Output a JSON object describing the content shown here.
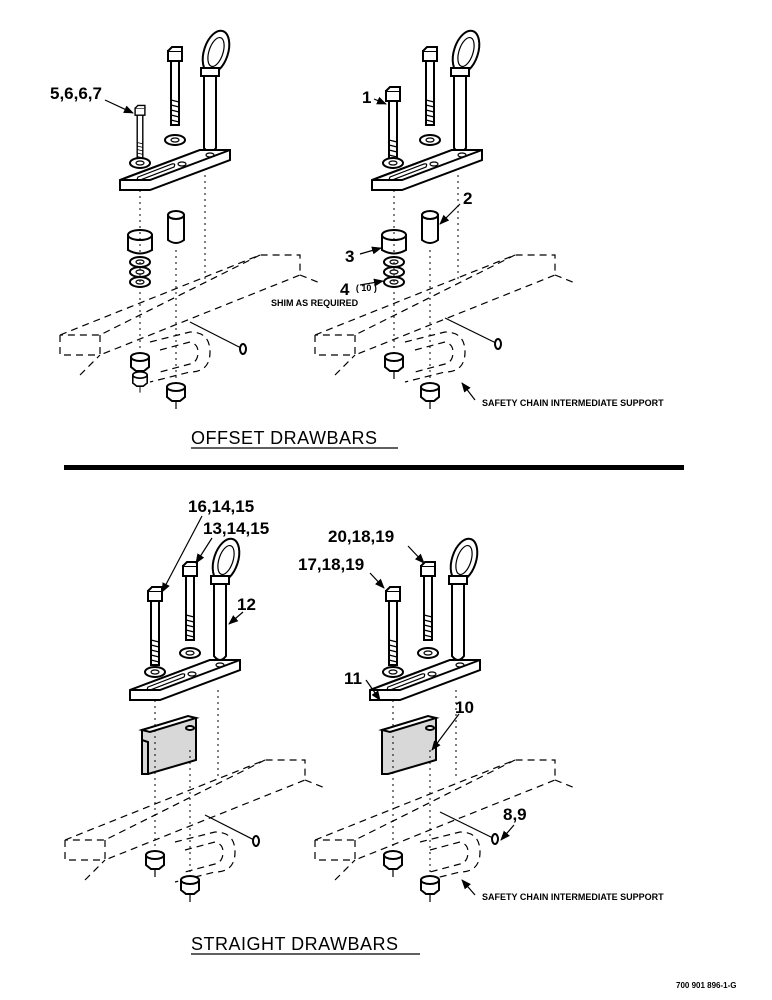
{
  "callouts": {
    "c1": "5,6,6,7",
    "c2": "1",
    "c3": "2",
    "c4": "3",
    "c5_main": "4",
    "c5_sub": "( 10 )",
    "c6": "16,14,15",
    "c7": "13,14,15",
    "c8": "12",
    "c9": "20,18,19",
    "c10": "17,18,19",
    "c11": "11",
    "c12": "10",
    "c13": "8,9"
  },
  "notes": {
    "shim": "SHIM AS REQUIRED",
    "support_top": "SAFETY CHAIN INTERMEDIATE SUPPORT",
    "support_bottom": "SAFETY CHAIN INTERMEDIATE SUPPORT"
  },
  "titles": {
    "offset": "OFFSET DRAWBARS",
    "straight": "STRAIGHT DRAWBARS"
  },
  "figure_code": "700 901 896-1-G"
}
